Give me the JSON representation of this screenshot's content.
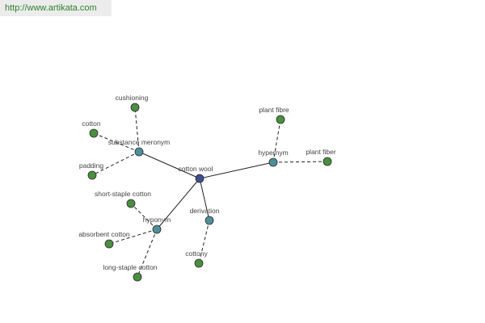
{
  "watermark": {
    "url_text": "http://www.artikata.com"
  },
  "colors": {
    "root": "#3f4f8f",
    "relation": "#4f8f9a",
    "leaf": "#4a8f3f",
    "watermark_bg": "#ececec",
    "watermark_text": "#2f7f2f"
  },
  "graph": {
    "nodes": [
      {
        "id": "cotton-wool",
        "label": "cotton wool",
        "kind": "root"
      },
      {
        "id": "substance-meronym",
        "label": "substance meronym",
        "kind": "relation"
      },
      {
        "id": "hypernym",
        "label": "hypernym",
        "kind": "relation"
      },
      {
        "id": "hyponym",
        "label": "hyponym",
        "kind": "relation"
      },
      {
        "id": "derivation",
        "label": "derivation",
        "kind": "relation"
      },
      {
        "id": "cushioning",
        "label": "cushioning",
        "kind": "leaf"
      },
      {
        "id": "cotton",
        "label": "cotton",
        "kind": "leaf"
      },
      {
        "id": "padding",
        "label": "padding",
        "kind": "leaf"
      },
      {
        "id": "plant-fibre",
        "label": "plant fibre",
        "kind": "leaf"
      },
      {
        "id": "plant-fiber",
        "label": "plant fiber",
        "kind": "leaf"
      },
      {
        "id": "short-staple-cotton",
        "label": "short-staple cotton",
        "kind": "leaf"
      },
      {
        "id": "absorbent-cotton",
        "label": "absorbent cotton",
        "kind": "leaf"
      },
      {
        "id": "long-staple-cotton",
        "label": "long-staple cotton",
        "kind": "leaf"
      },
      {
        "id": "cottony",
        "label": "cottony",
        "kind": "leaf"
      }
    ],
    "edges": [
      {
        "from": "cotton-wool",
        "to": "substance-meronym",
        "style": "solid"
      },
      {
        "from": "cotton-wool",
        "to": "hypernym",
        "style": "solid"
      },
      {
        "from": "cotton-wool",
        "to": "hyponym",
        "style": "solid"
      },
      {
        "from": "cotton-wool",
        "to": "derivation",
        "style": "solid"
      },
      {
        "from": "substance-meronym",
        "to": "cushioning",
        "style": "dashed"
      },
      {
        "from": "substance-meronym",
        "to": "cotton",
        "style": "dashed"
      },
      {
        "from": "substance-meronym",
        "to": "padding",
        "style": "dashed"
      },
      {
        "from": "hypernym",
        "to": "plant-fibre",
        "style": "dashed"
      },
      {
        "from": "hypernym",
        "to": "plant-fiber",
        "style": "dashed"
      },
      {
        "from": "hyponym",
        "to": "short-staple-cotton",
        "style": "dashed"
      },
      {
        "from": "hyponym",
        "to": "absorbent-cotton",
        "style": "dashed"
      },
      {
        "from": "hyponym",
        "to": "long-staple-cotton",
        "style": "dashed"
      },
      {
        "from": "derivation",
        "to": "cottony",
        "style": "dashed"
      }
    ]
  }
}
